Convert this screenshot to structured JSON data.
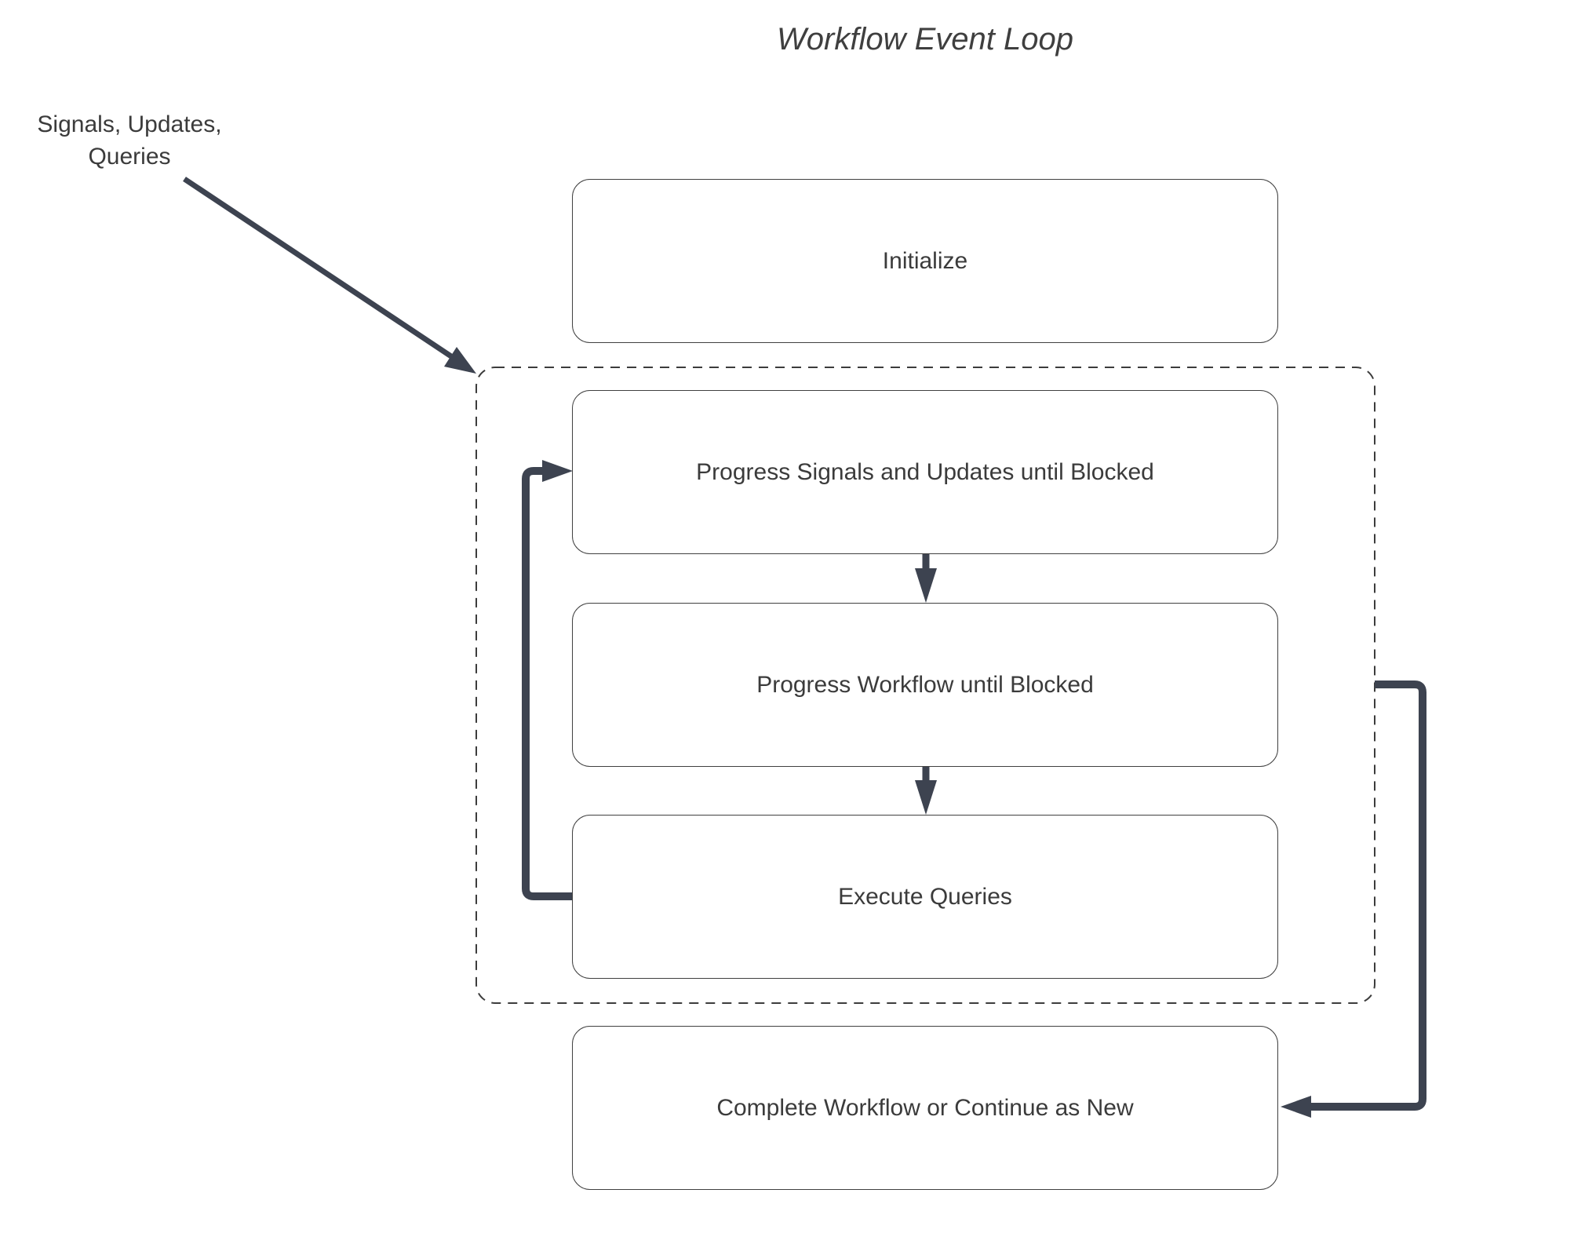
{
  "title": "Workflow Event Loop",
  "annotation": {
    "line1": "Signals, Updates,",
    "line2": "Queries"
  },
  "nodes": [
    {
      "id": "initialize",
      "label": "Initialize"
    },
    {
      "id": "progress-signals",
      "label": "Progress Signals and Updates until Blocked"
    },
    {
      "id": "progress-workflow",
      "label": "Progress Workflow until Blocked"
    },
    {
      "id": "execute-queries",
      "label": "Execute Queries"
    },
    {
      "id": "complete-or-continue",
      "label": "Complete Workflow or Continue as New"
    }
  ],
  "edges": [
    {
      "from": "signals-updates-queries-annotation",
      "to": "event-loop-container",
      "style": "diagonal-arrow"
    },
    {
      "from": "progress-signals",
      "to": "progress-workflow",
      "style": "down-arrow"
    },
    {
      "from": "progress-workflow",
      "to": "execute-queries",
      "style": "down-arrow"
    },
    {
      "from": "execute-queries",
      "to": "progress-signals",
      "style": "left-side-loop"
    },
    {
      "from": "event-loop-container",
      "to": "complete-or-continue",
      "style": "right-side-loop"
    }
  ],
  "colors": {
    "arrow": "#3d4350",
    "box_border": "#404040",
    "dashed_border": "#3c3c3c",
    "text": "#3b3b3b",
    "background": "#ffffff"
  }
}
